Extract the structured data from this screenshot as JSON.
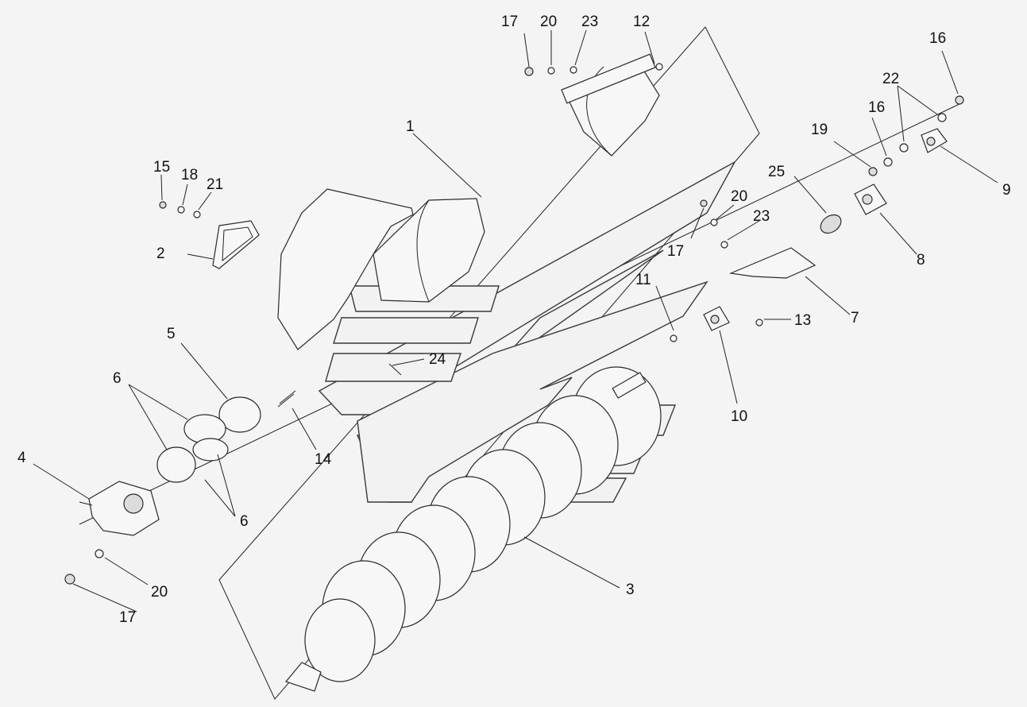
{
  "diagram": {
    "callouts": [
      {
        "id": "c1",
        "text": "1"
      },
      {
        "id": "c2",
        "text": "2"
      },
      {
        "id": "c3",
        "text": "3"
      },
      {
        "id": "c4",
        "text": "4"
      },
      {
        "id": "c5",
        "text": "5"
      },
      {
        "id": "c6a",
        "text": "6"
      },
      {
        "id": "c6b",
        "text": "6"
      },
      {
        "id": "c7",
        "text": "7"
      },
      {
        "id": "c8",
        "text": "8"
      },
      {
        "id": "c9",
        "text": "9"
      },
      {
        "id": "c10",
        "text": "10"
      },
      {
        "id": "c11",
        "text": "11"
      },
      {
        "id": "c12",
        "text": "12"
      },
      {
        "id": "c13",
        "text": "13"
      },
      {
        "id": "c14",
        "text": "14"
      },
      {
        "id": "c15",
        "text": "15"
      },
      {
        "id": "c16a",
        "text": "16"
      },
      {
        "id": "c16b",
        "text": "16"
      },
      {
        "id": "c17a",
        "text": "17"
      },
      {
        "id": "c17b",
        "text": "17"
      },
      {
        "id": "c17c",
        "text": "17"
      },
      {
        "id": "c18",
        "text": "18"
      },
      {
        "id": "c19",
        "text": "19"
      },
      {
        "id": "c20a",
        "text": "20"
      },
      {
        "id": "c20b",
        "text": "20"
      },
      {
        "id": "c20c",
        "text": "20"
      },
      {
        "id": "c21",
        "text": "21"
      },
      {
        "id": "c22",
        "text": "22"
      },
      {
        "id": "c23a",
        "text": "23"
      },
      {
        "id": "c23b",
        "text": "23"
      },
      {
        "id": "c24",
        "text": "24"
      },
      {
        "id": "c25",
        "text": "25"
      }
    ]
  }
}
